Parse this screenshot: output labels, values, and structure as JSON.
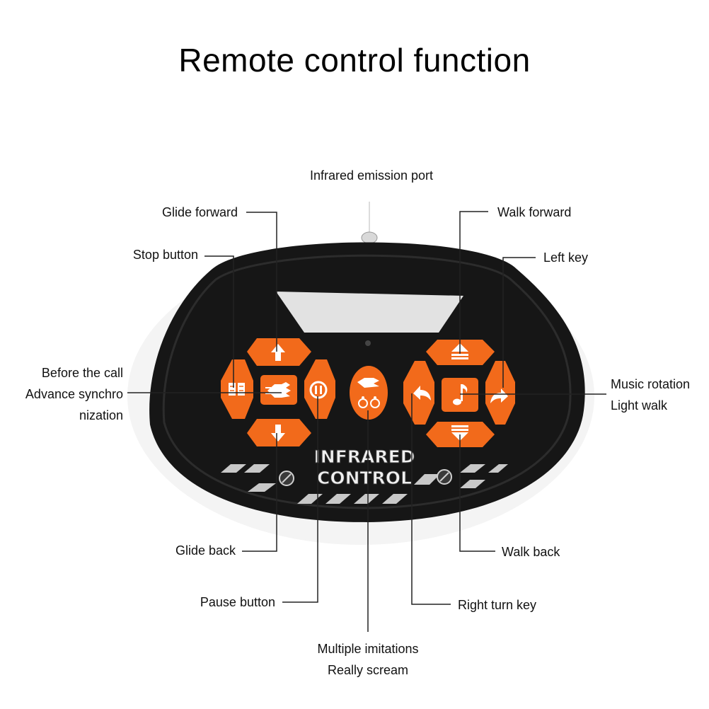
{
  "title": "Remote control function",
  "device": {
    "logo_line1": "INFRARED",
    "logo_line2": "CONTROL",
    "colors": {
      "body": "#161616",
      "button": "#f26a1b",
      "button_icon": "#ffffff",
      "stripe": "#c8c8c8",
      "screen": "#e2e2e2"
    }
  },
  "labels": {
    "infrared_port": "Infrared emission port",
    "glide_forward": "Glide forward",
    "stop_button": "Stop button",
    "before_call": [
      "Before the call",
      "Advance synchro",
      "nization"
    ],
    "walk_forward": "Walk forward",
    "left_key": "Left key",
    "music_rotation": [
      "Music rotation",
      "Light walk"
    ],
    "glide_back": "Glide back",
    "pause_button": "Pause button",
    "multiple_imitations": [
      "Multiple imitations",
      "Really scream"
    ],
    "walk_back": "Walk back",
    "right_turn_key": "Right turn key"
  },
  "icons": [
    "up-arrow-icon",
    "down-arrow-icon",
    "book-icon",
    "hand-roar-icon",
    "pause-icon",
    "paw-icon",
    "walk-forward-icon",
    "walk-back-icon",
    "left-turn-arrow-icon",
    "right-turn-arrow-icon",
    "music-note-icon",
    "screw-icon"
  ]
}
